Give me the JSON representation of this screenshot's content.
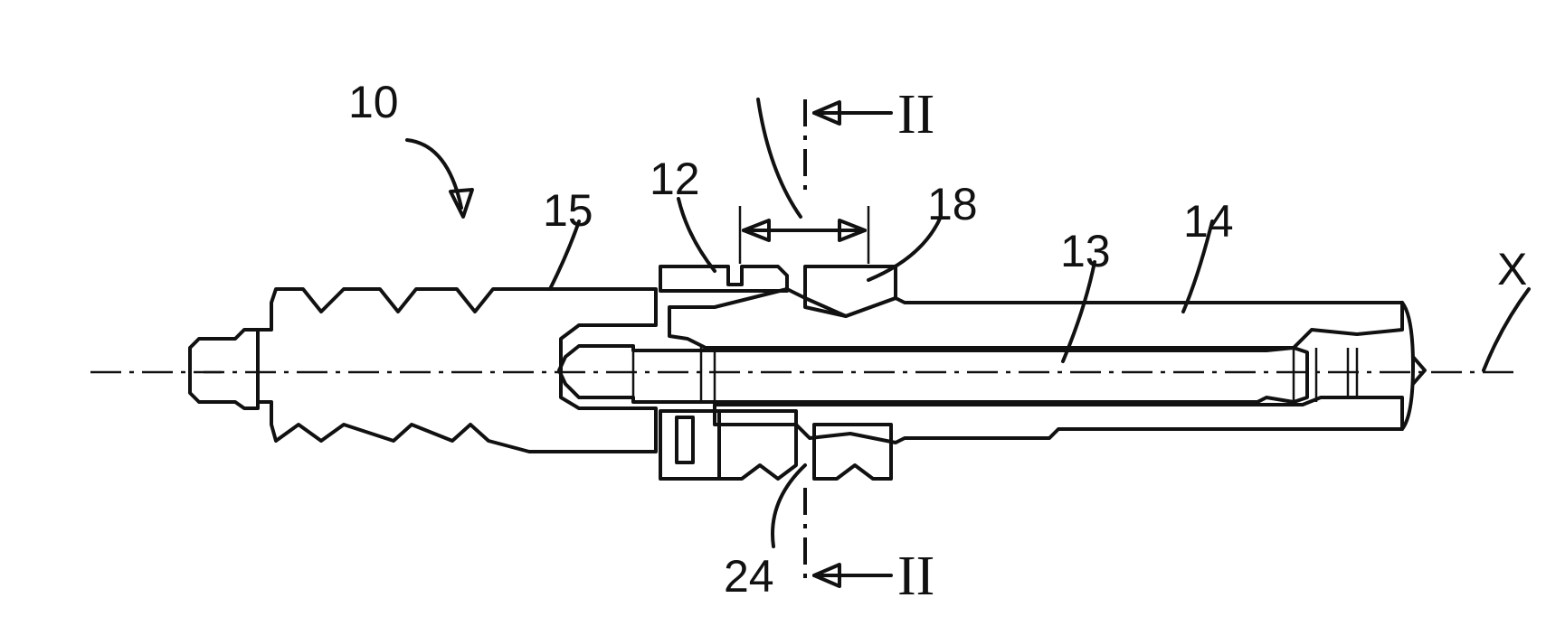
{
  "figure": {
    "labels": {
      "assembly": "10",
      "sleeve": "12",
      "bore": "13",
      "shaft": "14",
      "head": "15",
      "groove": "18",
      "ring": "24",
      "axis": "X",
      "section_top": "II",
      "section_bottom": "II"
    },
    "colors": {
      "ink": "#111111",
      "paper": "#ffffff"
    }
  }
}
